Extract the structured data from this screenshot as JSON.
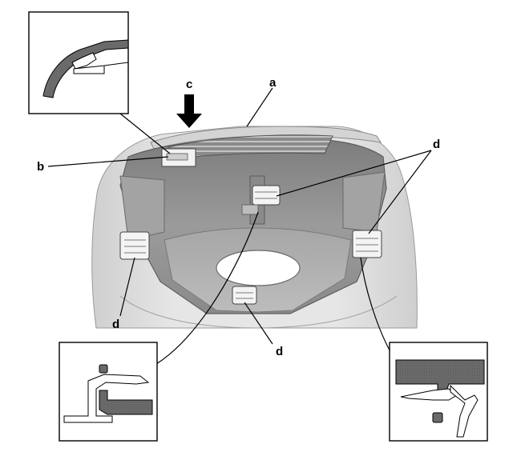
{
  "labels": {
    "a": "a",
    "b": "b",
    "c": "c",
    "d_top": "d",
    "d_left": "d",
    "d_bottom": "d"
  },
  "colors": {
    "background": "#ffffff",
    "part_light": "#e2e2e2",
    "part_mid": "#b9b9b9",
    "part_dark": "#8f8f8f",
    "part_shadow": "#6f6f6f",
    "inset_fill": "#6a6a6a",
    "line": "#000000"
  },
  "icons": {
    "press_arrow": "arrow-down-icon"
  }
}
